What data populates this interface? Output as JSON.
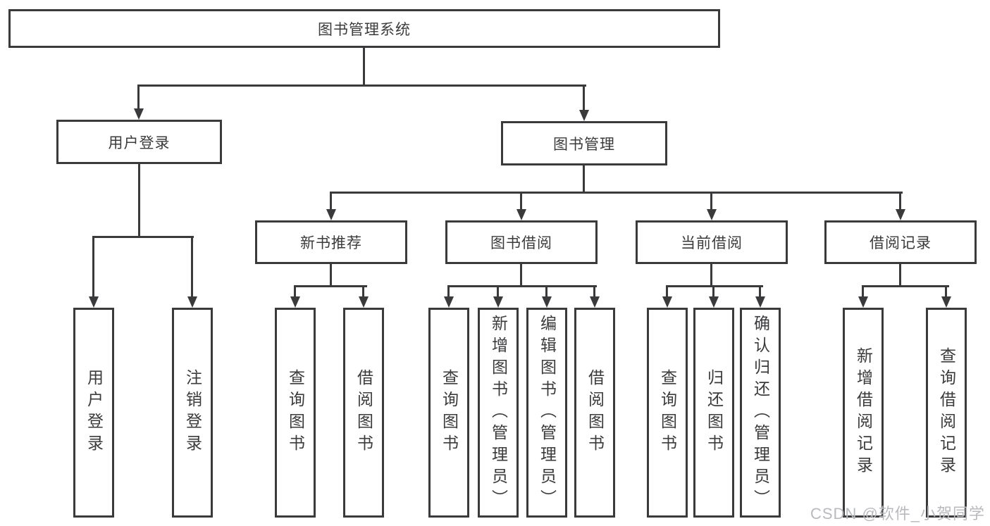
{
  "nodes": {
    "root": "图书管理系统",
    "user_login": "用户登录",
    "book_management": "图书管理",
    "new_book_recommend": "新书推荐",
    "book_borrow": "图书借阅",
    "current_borrow": "当前借阅",
    "borrow_records": "借阅记录",
    "leaf_user_login": "用户登录",
    "leaf_logout": "注销登录",
    "leaf_query_book_rec": "查询图书",
    "leaf_borrow_book_rec": "借阅图书",
    "leaf_query_book_borrow": "查询图书",
    "leaf_add_book": "新增图书（管理员）",
    "leaf_edit_book": "编辑图书（管理员）",
    "leaf_borrow_book_borrow": "借阅图书",
    "leaf_query_book_current": "查询图书",
    "leaf_return_book": "归还图书",
    "leaf_confirm_return": "确认归还（管理员）",
    "leaf_add_borrow_record": "新增借阅记录",
    "leaf_query_borrow_record": "查询借阅记录"
  },
  "watermark": "CSDN @软件_小贺同学",
  "colors": {
    "line": "#3a3a3c",
    "box_border": "#3a3a3c",
    "text": "#3b3b3d",
    "watermark": "#b9babe",
    "background": "#ffffff"
  }
}
